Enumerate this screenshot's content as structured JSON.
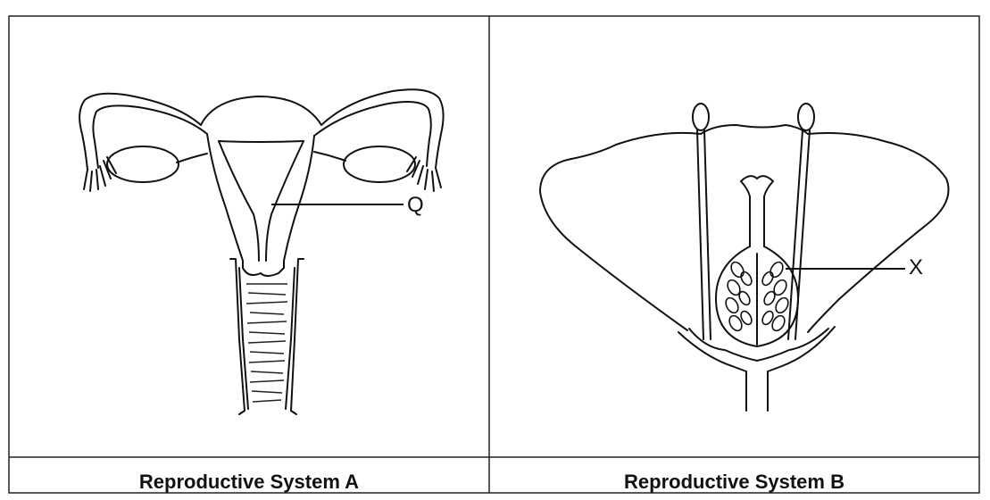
{
  "panels": [
    {
      "caption": "Reproductive System A",
      "label": "Q"
    },
    {
      "caption": "Reproductive System B",
      "label": "X"
    }
  ]
}
